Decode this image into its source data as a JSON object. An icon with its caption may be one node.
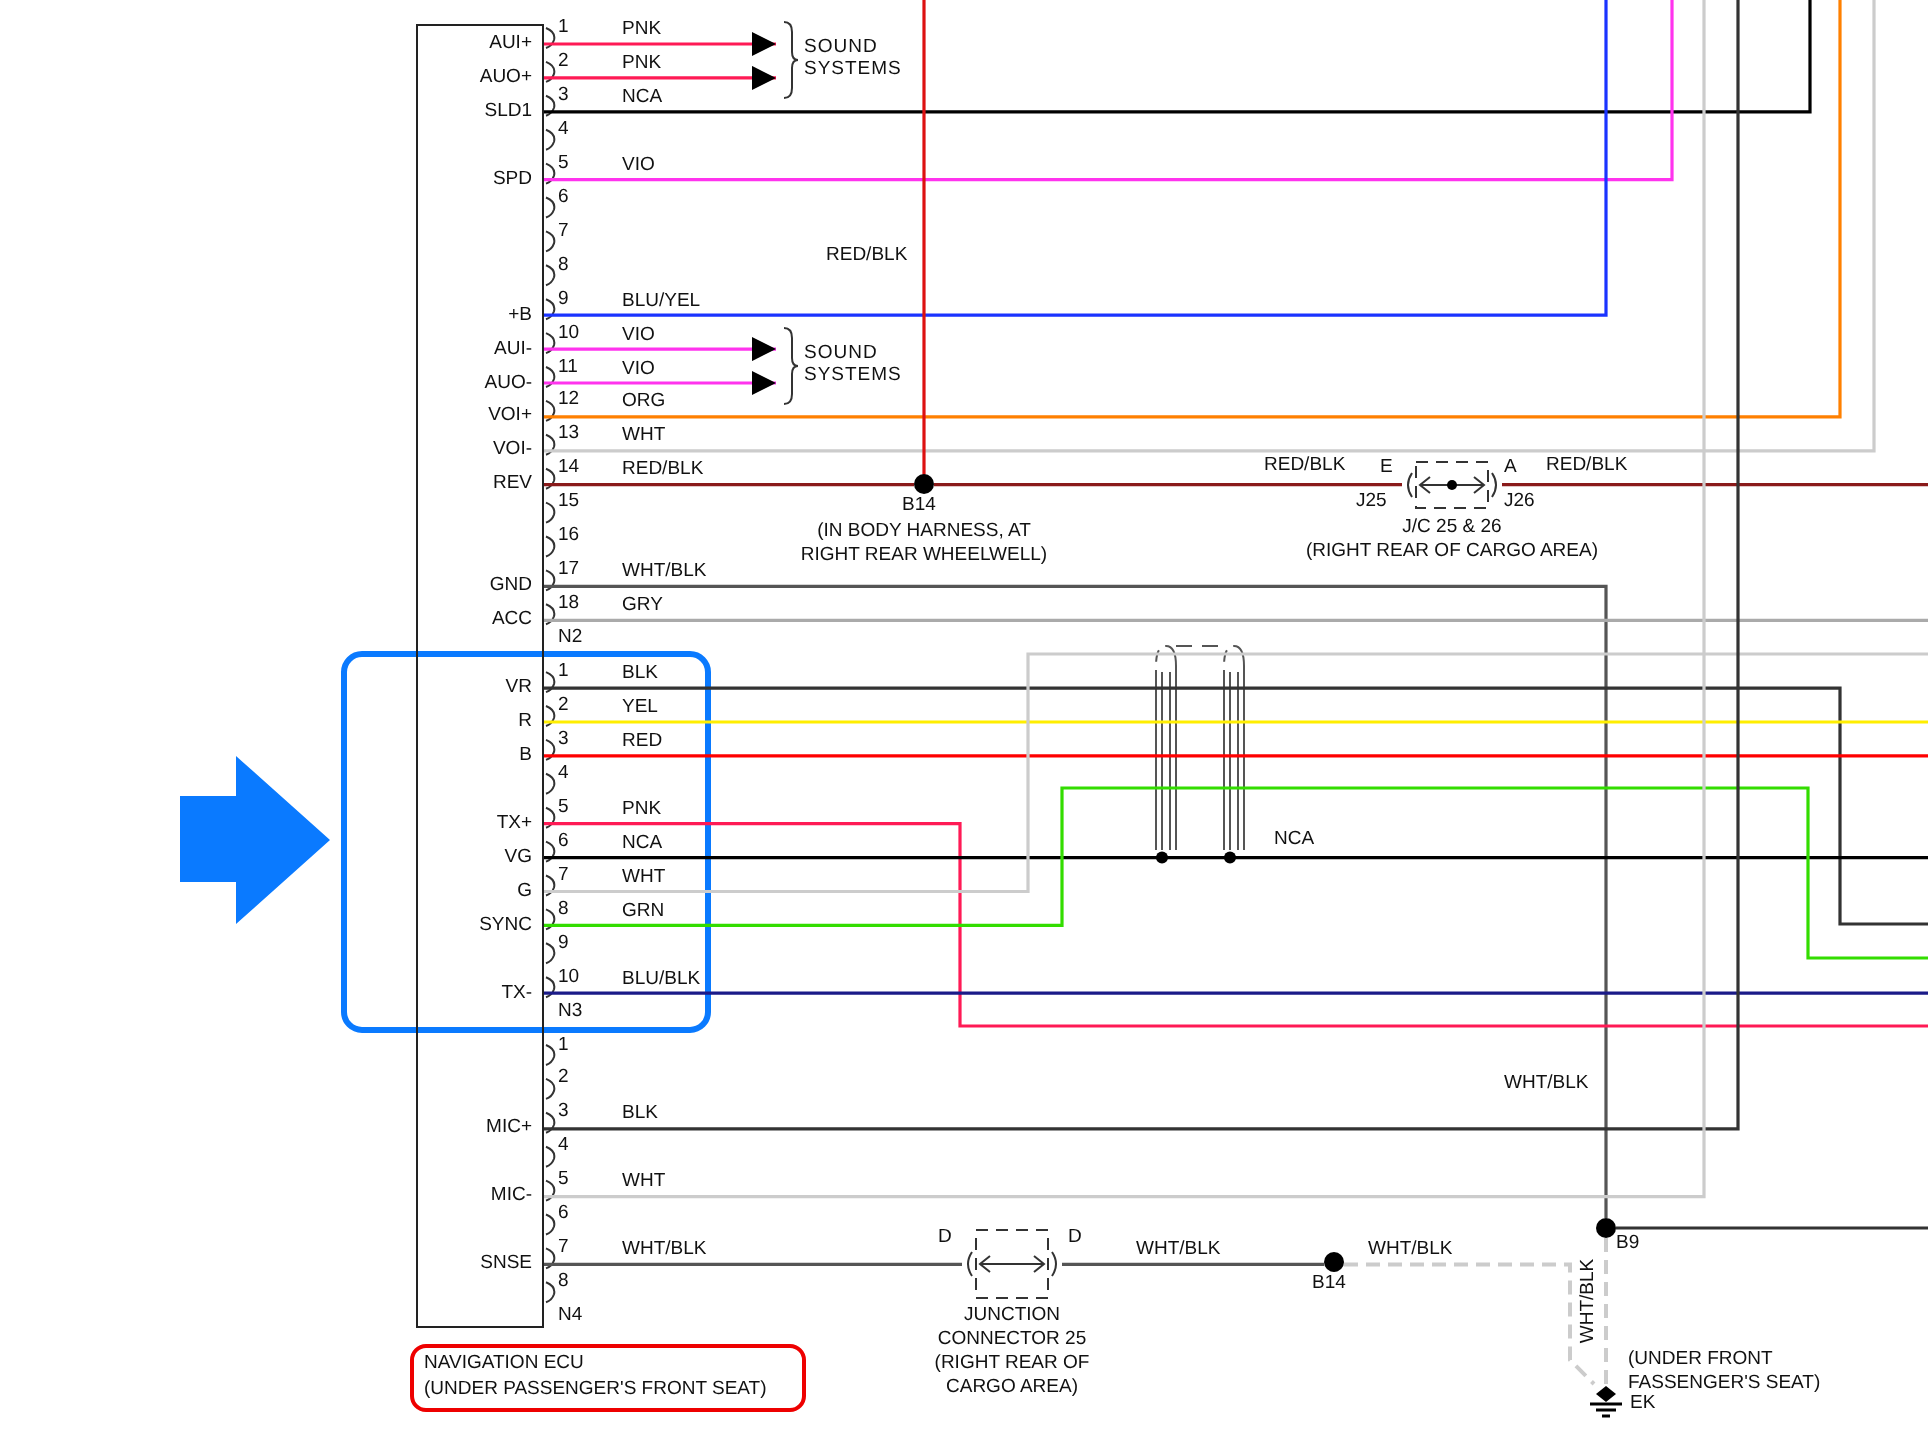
{
  "diagram": {
    "nodes": [
      {
        "text": [],
        "shape": "box"
      },
      {
        "text": [
          "NAVIGATION ECU",
          "(UNDER PASSENGER'S FRONT SEAT)"
        ]
      },
      {
        "text": [
          "SOUND SYSTEMS"
        ]
      },
      {
        "text": [
          "SOUND SYSTEMS"
        ]
      },
      {
        "text": [
          "B14"
        ],
        "beside": [
          "(IN BODY HARNESS, AT RIGHT REAR WHEELWELL)"
        ]
      },
      {
        "text": [],
        "shape": "box",
        "beside": [
          "E",
          "A",
          "J25",
          "J26",
          "J/C 25 & 26",
          "(RIGHT REAR OF CARGO AREA)"
        ]
      },
      {
        "text": [
          "B9"
        ]
      },
      {
        "text": [],
        "shape": "box",
        "beside": [
          "D",
          "D",
          "JUNCTION CONNECTOR 25 (RIGHT REAR OF CARGO AREA)"
        ]
      },
      {
        "text": [
          "B14"
        ]
      },
      {
        "text": [
          "EK"
        ],
        "beside": [
          "(UNDER FRONT FASSENGER'S SEAT)"
        ]
      }
    ],
    "edges": [
      {
        "from": 0,
        "to": 2,
        "arrow": "to",
        "label": "PNK",
        "color": "#ff1a55"
      },
      {
        "from": 0,
        "to": 2,
        "arrow": "to",
        "label": "PNK",
        "color": "#ff1a55"
      },
      {
        "from": 0,
        "to": null,
        "arrow": "none",
        "label": "NCA",
        "color": "#000000"
      },
      {
        "from": 0,
        "to": null,
        "arrow": "none",
        "label": "VIO",
        "color": "#ff33ee"
      },
      {
        "from": 0,
        "to": null,
        "arrow": "none",
        "label": "BLU/YEL",
        "color": "#1a33ff"
      },
      {
        "from": 0,
        "to": 3,
        "arrow": "to",
        "label": "VIO",
        "color": "#ff33ee"
      },
      {
        "from": 0,
        "to": 3,
        "arrow": "to",
        "label": "VIO",
        "color": "#ff33ee"
      },
      {
        "from": 0,
        "to": null,
        "arrow": "none",
        "label": "ORG",
        "color": "#ff8000"
      },
      {
        "from": 0,
        "to": null,
        "arrow": "none",
        "label": "WHT",
        "color": "#cccccc"
      },
      {
        "from": 0,
        "to": 4,
        "arrow": "none",
        "label": "RED/BLK",
        "color": "#8a1a1a"
      },
      {
        "from": 4,
        "to": null,
        "arrow": "none",
        "label": "RED/BLK",
        "color": "#dd1111"
      },
      {
        "from": 4,
        "to": 5,
        "arrow": "none",
        "label": "RED/BLK",
        "color": "#8a1a1a"
      },
      {
        "from": 5,
        "to": null,
        "arrow": "none",
        "label": "RED/BLK",
        "color": "#8a1a1a"
      },
      {
        "from": 0,
        "to": 6,
        "arrow": "none",
        "label": "WHT/BLK",
        "color": "#555555"
      },
      {
        "from": 0,
        "to": null,
        "arrow": "none",
        "label": "GRY",
        "color": "#aaaaaa"
      },
      {
        "from": 0,
        "to": null,
        "arrow": "none",
        "label": "BLK",
        "color": "#333333"
      },
      {
        "from": 0,
        "to": null,
        "arrow": "none",
        "label": "YEL",
        "color": "#ffee00"
      },
      {
        "from": 0,
        "to": null,
        "arrow": "none",
        "label": "RED",
        "color": "#ff0000"
      },
      {
        "from": 0,
        "to": null,
        "arrow": "none",
        "label": "PNK",
        "color": "#ff1a55"
      },
      {
        "from": 0,
        "to": null,
        "arrow": "none",
        "label": "NCA",
        "color": "#000000"
      },
      {
        "from": 0,
        "to": null,
        "arrow": "none",
        "label": "WHT",
        "color": "#cccccc"
      },
      {
        "from": 0,
        "to": null,
        "arrow": "none",
        "label": "GRN",
        "color": "#33dd00"
      },
      {
        "from": 0,
        "to": null,
        "arrow": "none",
        "label": "BLU/BLK",
        "color": "#1a1a88"
      },
      {
        "from": 0,
        "to": null,
        "arrow": "none",
        "label": "BLK",
        "color": "#333333"
      },
      {
        "from": 0,
        "to": null,
        "arrow": "none",
        "label": "WHT",
        "color": "#cccccc"
      },
      {
        "from": 0,
        "to": 7,
        "arrow": "none",
        "label": "WHT/BLK",
        "color": "#555555"
      },
      {
        "from": 7,
        "to": 8,
        "arrow": "none",
        "label": "WHT/BLK",
        "color": "#555555"
      },
      {
        "from": 8,
        "to": 9,
        "arrow": "none",
        "label": "WHT/BLK",
        "style": "dashed",
        "color": "#cccccc"
      },
      {
        "from": 6,
        "to": 9,
        "arrow": "none",
        "label": "WHT/BLK",
        "style": "dashed",
        "color": "#cccccc"
      },
      {
        "from": 6,
        "to": null,
        "arrow": "none",
        "color": "#333333"
      }
    ],
    "labels": [
      "AUI+",
      "1",
      "AUO+",
      "2",
      "SLD1",
      "3",
      "4",
      "SPD",
      "5",
      "6",
      "7",
      "8",
      "+B",
      "9",
      "AUI-",
      "10",
      "AUO-",
      "11",
      "VOI+",
      "12",
      "VOI-",
      "13",
      "REV",
      "14",
      "15",
      "16",
      "GND",
      "17",
      "ACC",
      "18",
      "N2",
      "VR",
      "1",
      "R",
      "2",
      "B",
      "3",
      "4",
      "TX+",
      "5",
      "VG",
      "6",
      "G",
      "7",
      "SYNC",
      "8",
      "9",
      "TX-",
      "10",
      "N3",
      "1",
      "2",
      "MIC+",
      "3",
      "4",
      "MIC-",
      "5",
      "6",
      "SNSE",
      "7",
      "8",
      "N4",
      "NCA",
      "WHT/BLK"
    ]
  }
}
